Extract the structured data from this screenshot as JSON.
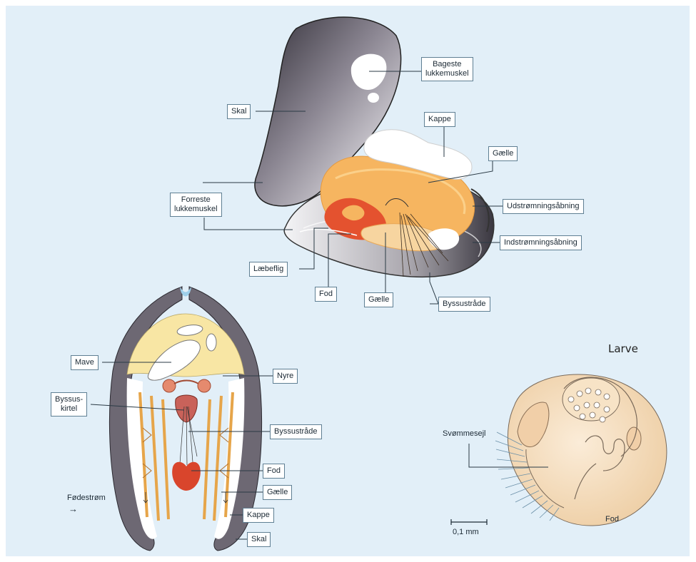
{
  "labels": {
    "bageste_lukkemuskel_1": "Bageste",
    "bageste_lukkemuskel_2": "lukkemuskel",
    "skal_top": "Skal",
    "kappe_top": "Kappe",
    "gaelle_top": "Gælle",
    "forreste_lukkemuskel_1": "Forreste",
    "forreste_lukkemuskel_2": "lukkemuskel",
    "udstromningsabning": "Udstrømningsåbning",
    "indstromningsabning": "Indstrømningsåbning",
    "laebeflig": "Læbeflig",
    "fod_top": "Fod",
    "gaelle_mid": "Gælle",
    "byssustraade_top": "Byssustråde",
    "mave": "Mave",
    "nyre": "Nyre",
    "byssuskirtel_1": "Byssus-",
    "byssuskirtel_2": "kirtel",
    "byssustraade_bottom": "Byssustråde",
    "fod_bottom": "Fod",
    "gaelle_bottom": "Gælle",
    "kappe_bottom": "Kappe",
    "skal_bottom": "Skal",
    "fodestrom": "Fødestrøm",
    "fodestrom_arrow": "→"
  },
  "larva": {
    "title": "Larve",
    "svommesejl": "Svømmesejl",
    "fod": "Fod",
    "scale": "0,1 mm"
  },
  "colors": {
    "background": "#e2eff8",
    "shell": "#6d6873",
    "mantle": "#f4b45c",
    "gill": "#f7d5a0",
    "foot": "#d9452c",
    "stomach": "#f8e6a4",
    "larva_body": "#f5dfc2"
  }
}
